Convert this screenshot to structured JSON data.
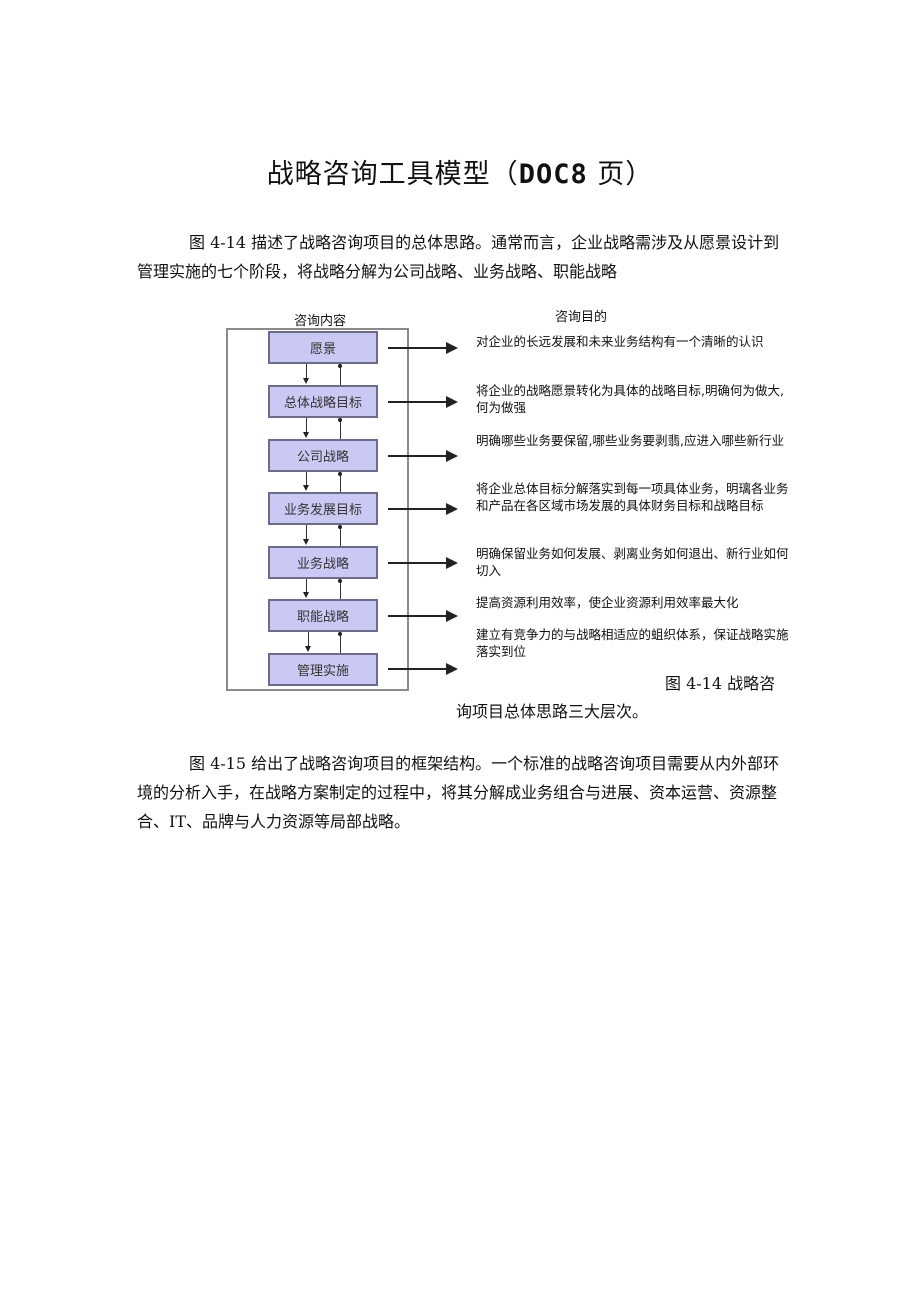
{
  "document": {
    "title_main": "战略咨询工具模型（",
    "title_doc": "DOC8",
    "title_end": " 页）",
    "paragraph1": "图 4-14 描述了战略咨询项目的总体思路。通常而言，企业战略需涉及从愿景设计到管理实施的七个阶段，将战略分解为公司战略、业务战略、职能战略",
    "paragraph2": "图 4-15 给出了战略咨询项目的框架结构。一个标准的战略咨询项目需要从内外部环境的分析入手，在战略方案制定的过程中，将其分解成业务组合与进展、资本运营、资源整合、IT、品牌与人力资源等局部战略。",
    "caption_line1": "图 4-14 战略咨",
    "caption_line2": "询项目总体思路三大层次。"
  },
  "diagram": {
    "left_header": "咨询内容",
    "right_header": "咨询目的",
    "box_fill_color": "#c9c9f3",
    "box_border_color": "#6c6c8a",
    "stages": [
      {
        "label": "愿景",
        "goal": "对企业的长远发展和未来业务结构有一个清晰的认识"
      },
      {
        "label": "总体战略目标",
        "goal": "将企业的战略愿景转化为具体的战略目标,明确何为做大,何为做强"
      },
      {
        "label": "公司战略",
        "goal": "明确哪些业务要保留,哪些业务要剥翡,应进入哪些新行业"
      },
      {
        "label": "业务发展目标",
        "goal": "将企业总体目标分解落实到每一项具体业务，明璃各业务和产品在各区域市场发展的具体财务目标和战略目标"
      },
      {
        "label": "业务战略",
        "goal": "明确保留业务如何发展、剥离业务如何退出、新行业如何切入"
      },
      {
        "label": "职能战略",
        "goal": "提高资源利用效率，使企业资源利用效率最大化"
      },
      {
        "label": "管理实施",
        "goal": "建立有竞争力的与战略相适应的蛆织体系，保证战略实施落实到位"
      }
    ]
  }
}
